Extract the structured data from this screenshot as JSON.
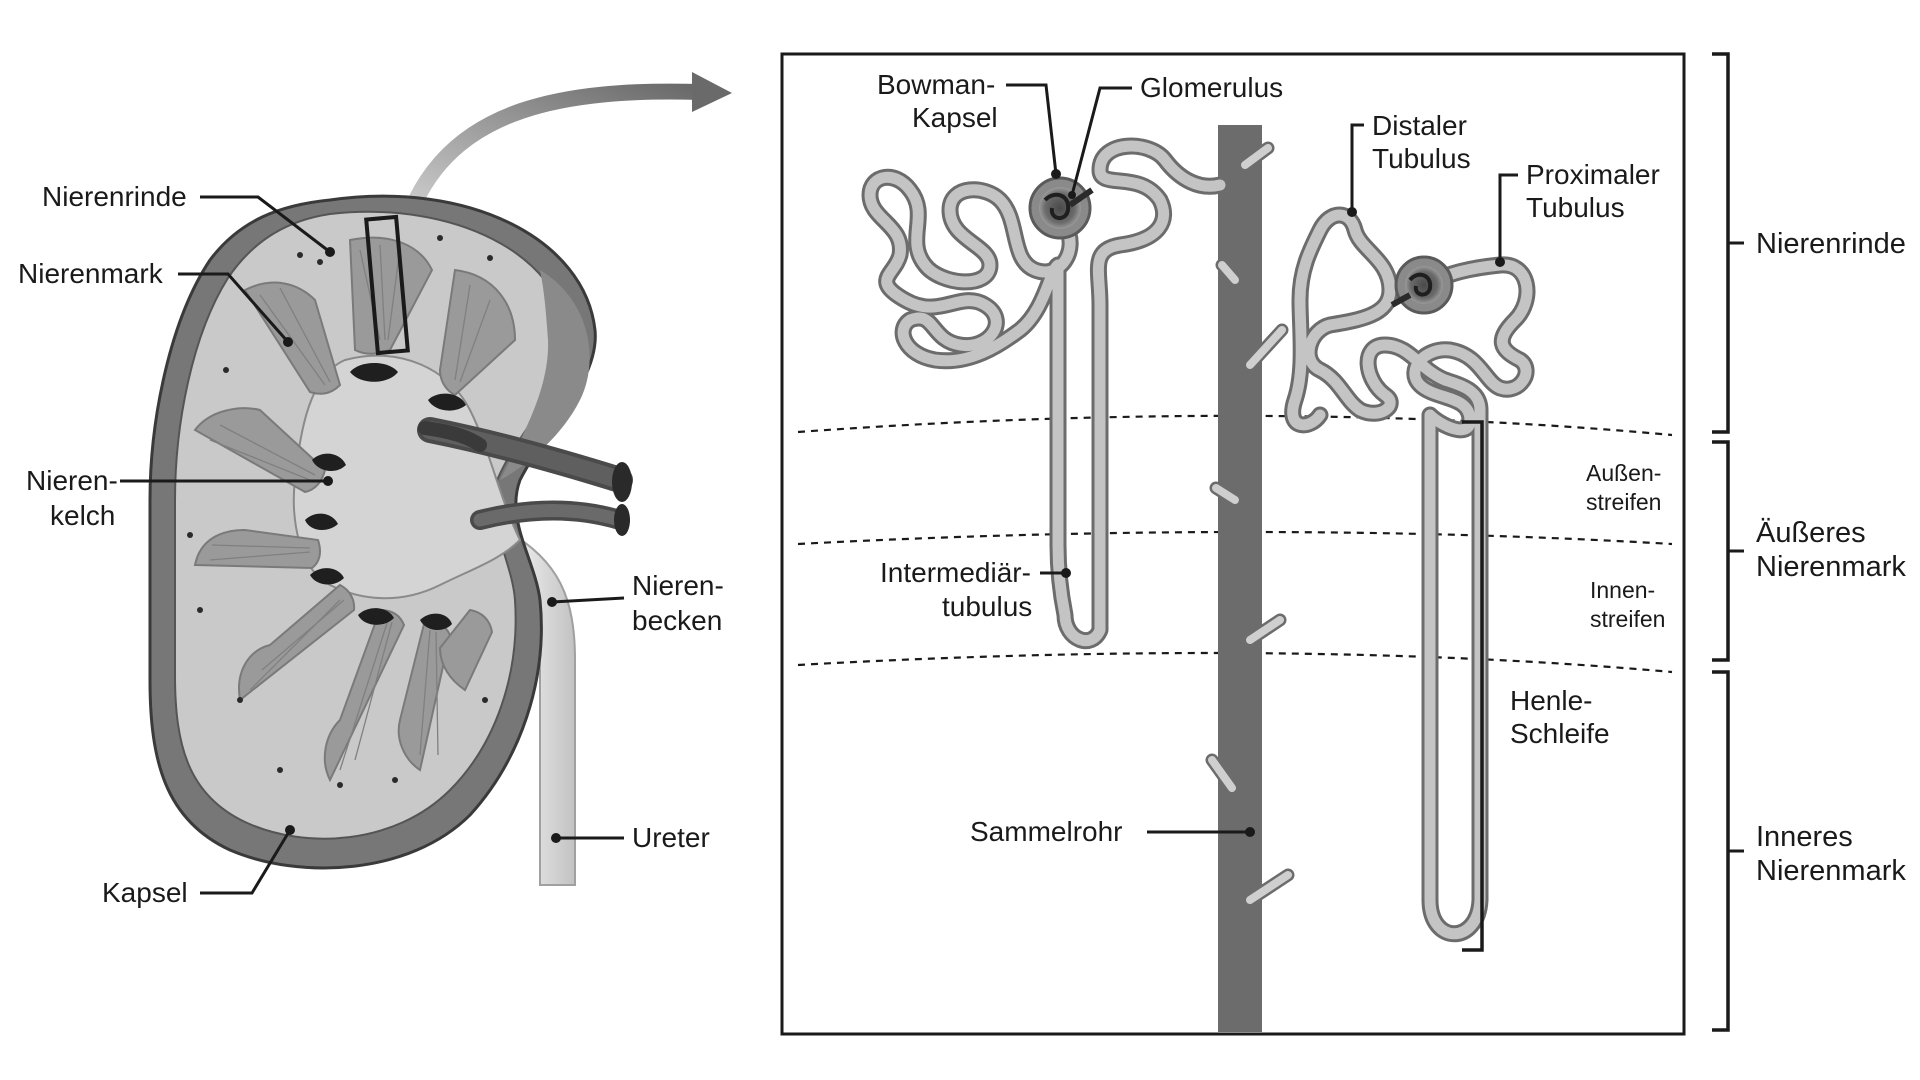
{
  "kidney": {
    "labels": {
      "nierenrinde": "Nierenrinde",
      "nierenmark": "Nierenmark",
      "nierenkelch_1": "Nieren-",
      "nierenkelch_2": "kelch",
      "nierenbecken_1": "Nieren-",
      "nierenbecken_2": "becken",
      "ureter": "Ureter",
      "kapsel": "Kapsel"
    }
  },
  "nephron": {
    "labels": {
      "bowman_1": "Bowman-",
      "bowman_2": "Kapsel",
      "glomerulus": "Glomerulus",
      "distaler_1": "Distaler",
      "distaler_2": "Tubulus",
      "proximaler_1": "Proximaler",
      "proximaler_2": "Tubulus",
      "intermediaer_1": "Intermediär-",
      "intermediaer_2": "tubulus",
      "henle_1": "Henle-",
      "henle_2": "Schleife",
      "sammelrohr": "Sammelrohr",
      "aussenstreifen_1": "Außen-",
      "aussenstreifen_2": "streifen",
      "innenstreifen_1": "Innen-",
      "innenstreifen_2": "streifen"
    }
  },
  "regions": {
    "nierenrinde": "Nierenrinde",
    "aeusseres_1": "Äußeres",
    "aeusseres_2": "Nierenmark",
    "inneres_1": "Inneres",
    "inneres_2": "Nierenmark"
  }
}
